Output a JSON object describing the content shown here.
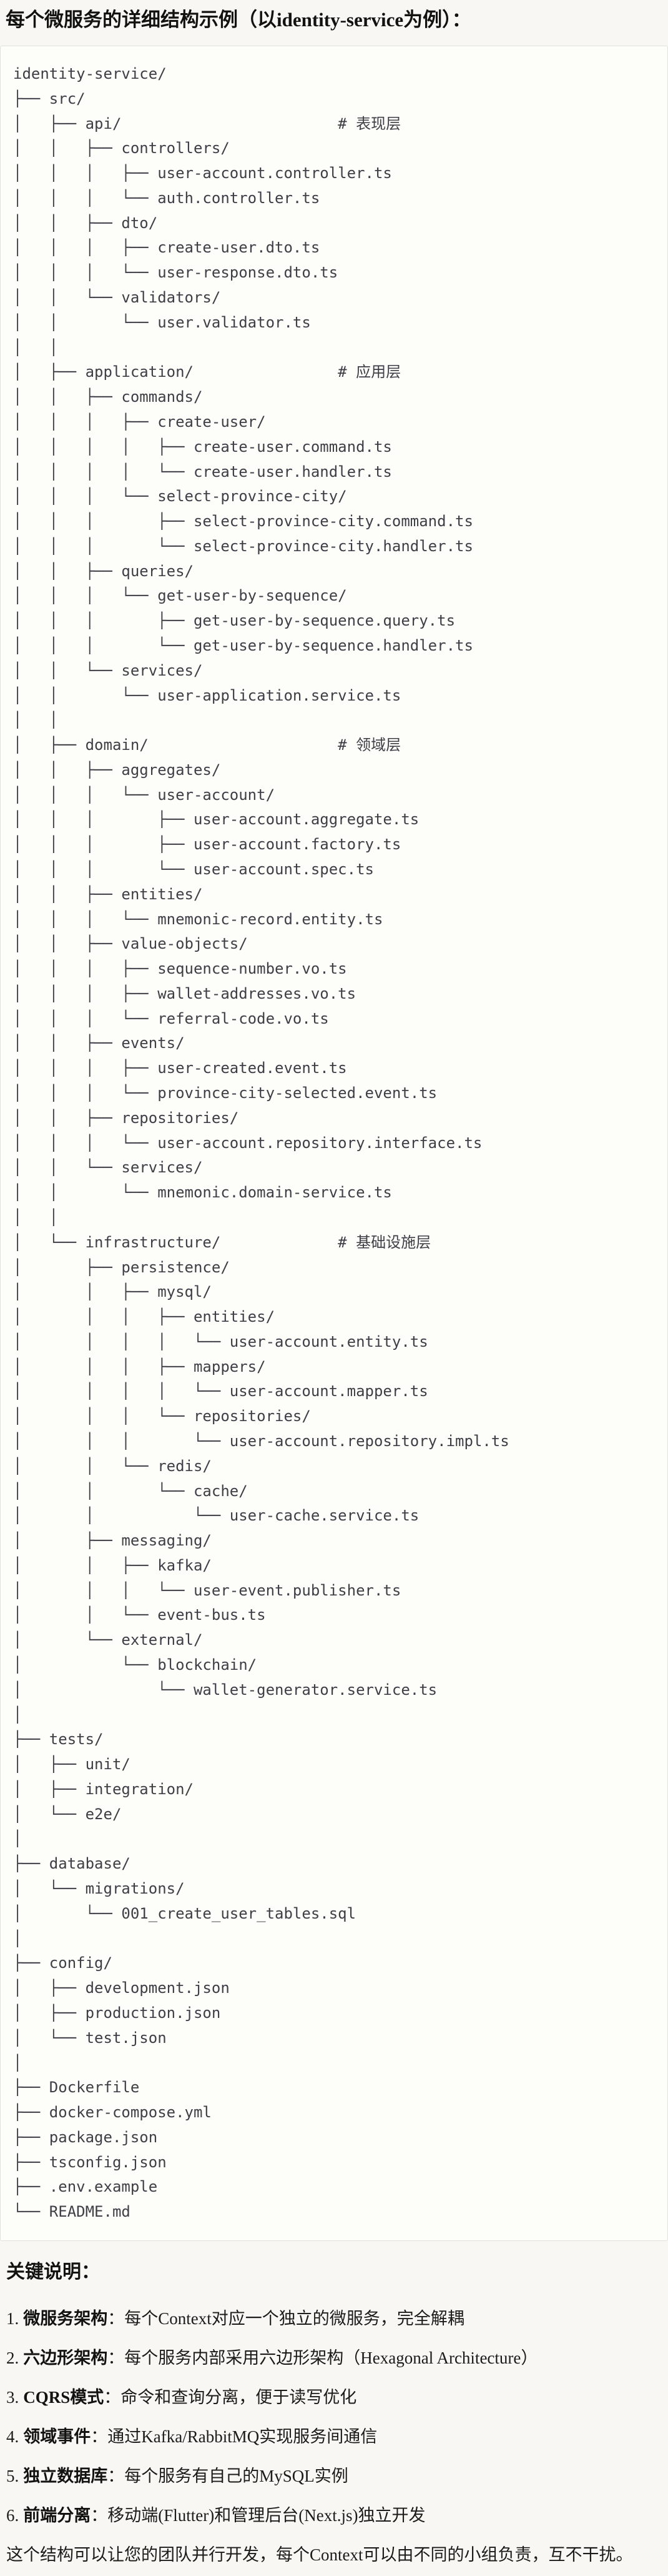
{
  "header": {
    "title": "每个微服务的详细结构示例（以identity-service为例）："
  },
  "tree": {
    "lines": [
      "identity-service/",
      "├── src/",
      "│   ├── api/                        # 表现层",
      "│   │   ├── controllers/",
      "│   │   │   ├── user-account.controller.ts",
      "│   │   │   └── auth.controller.ts",
      "│   │   ├── dto/",
      "│   │   │   ├── create-user.dto.ts",
      "│   │   │   └── user-response.dto.ts",
      "│   │   └── validators/",
      "│   │       └── user.validator.ts",
      "│   │",
      "│   ├── application/                # 应用层",
      "│   │   ├── commands/",
      "│   │   │   ├── create-user/",
      "│   │   │   │   ├── create-user.command.ts",
      "│   │   │   │   └── create-user.handler.ts",
      "│   │   │   └── select-province-city/",
      "│   │   │       ├── select-province-city.command.ts",
      "│   │   │       └── select-province-city.handler.ts",
      "│   │   ├── queries/",
      "│   │   │   └── get-user-by-sequence/",
      "│   │   │       ├── get-user-by-sequence.query.ts",
      "│   │   │       └── get-user-by-sequence.handler.ts",
      "│   │   └── services/",
      "│   │       └── user-application.service.ts",
      "│   │",
      "│   ├── domain/                     # 领域层",
      "│   │   ├── aggregates/",
      "│   │   │   └── user-account/",
      "│   │   │       ├── user-account.aggregate.ts",
      "│   │   │       ├── user-account.factory.ts",
      "│   │   │       └── user-account.spec.ts",
      "│   │   ├── entities/",
      "│   │   │   └── mnemonic-record.entity.ts",
      "│   │   ├── value-objects/",
      "│   │   │   ├── sequence-number.vo.ts",
      "│   │   │   ├── wallet-addresses.vo.ts",
      "│   │   │   └── referral-code.vo.ts",
      "│   │   ├── events/",
      "│   │   │   ├── user-created.event.ts",
      "│   │   │   └── province-city-selected.event.ts",
      "│   │   ├── repositories/",
      "│   │   │   └── user-account.repository.interface.ts",
      "│   │   └── services/",
      "│   │       └── mnemonic.domain-service.ts",
      "│   │",
      "│   └── infrastructure/             # 基础设施层",
      "│       ├── persistence/",
      "│       │   ├── mysql/",
      "│       │   │   ├── entities/",
      "│       │   │   │   └── user-account.entity.ts",
      "│       │   │   ├── mappers/",
      "│       │   │   │   └── user-account.mapper.ts",
      "│       │   │   └── repositories/",
      "│       │   │       └── user-account.repository.impl.ts",
      "│       │   └── redis/",
      "│       │       └── cache/",
      "│       │           └── user-cache.service.ts",
      "│       ├── messaging/",
      "│       │   ├── kafka/",
      "│       │   │   └── user-event.publisher.ts",
      "│       │   └── event-bus.ts",
      "│       └── external/",
      "│           └── blockchain/",
      "│               └── wallet-generator.service.ts",
      "│",
      "├── tests/",
      "│   ├── unit/",
      "│   ├── integration/",
      "│   └── e2e/",
      "│",
      "├── database/",
      "│   └── migrations/",
      "│       └── 001_create_user_tables.sql",
      "│",
      "├── config/",
      "│   ├── development.json",
      "│   ├── production.json",
      "│   └── test.json",
      "│",
      "├── Dockerfile",
      "├── docker-compose.yml",
      "├── package.json",
      "├── tsconfig.json",
      "├── .env.example",
      "└── README.md"
    ]
  },
  "notes": {
    "title": "关键说明：",
    "items": [
      {
        "num": "1.",
        "term": "微服务架构",
        "desc": "：每个Context对应一个独立的微服务，完全解耦"
      },
      {
        "num": "2.",
        "term": "六边形架构",
        "desc": "：每个服务内部采用六边形架构（Hexagonal Architecture）"
      },
      {
        "num": "3.",
        "term": "CQRS模式",
        "desc": "：命令和查询分离，便于读写优化"
      },
      {
        "num": "4.",
        "term": "领域事件",
        "desc": "：通过Kafka/RabbitMQ实现服务间通信"
      },
      {
        "num": "5.",
        "term": "独立数据库",
        "desc": "：每个服务有自己的MySQL实例"
      },
      {
        "num": "6.",
        "term": "前端分离",
        "desc": "：移动端(Flutter)和管理后台(Next.js)独立开发"
      }
    ],
    "closing": "这个结构可以让您的团队并行开发，每个Context可以由不同的小组负责，互不干扰。"
  }
}
